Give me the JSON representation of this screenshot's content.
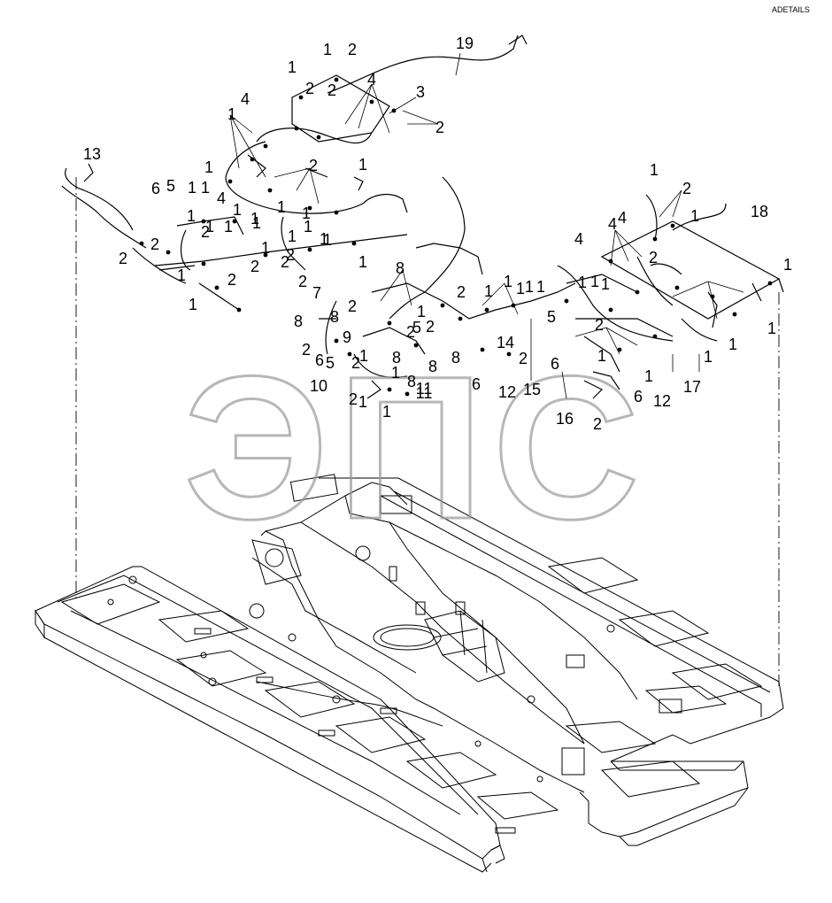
{
  "diagram": {
    "sheet_id": "ADETAILS",
    "watermark_text": "ЭПС",
    "callouts": [
      "19",
      "1",
      "2",
      "1",
      "2",
      "3",
      "4",
      "4",
      "2",
      "2",
      "1",
      "1",
      "1",
      "2",
      "1",
      "13",
      "6",
      "5",
      "1",
      "1",
      "1",
      "1",
      "2",
      "1",
      "2",
      "1",
      "2",
      "2",
      "1",
      "1",
      "2",
      "1",
      "1",
      "2",
      "2",
      "1",
      "1",
      "1",
      "2",
      "1",
      "1",
      "1",
      "1",
      "4",
      "7",
      "2",
      "8",
      "8",
      "8",
      "2",
      "9",
      "6",
      "5",
      "2",
      "10",
      "1",
      "1",
      "2",
      "1",
      "2",
      "8",
      "1",
      "11",
      "8",
      "8",
      "8",
      "11",
      "6",
      "12",
      "1",
      "2",
      "5",
      "2",
      "5",
      "1",
      "14",
      "1",
      "2",
      "1",
      "1",
      "1",
      "15",
      "1",
      "1",
      "1",
      "2",
      "6",
      "16",
      "2",
      "1",
      "6",
      "12",
      "1",
      "17",
      "1",
      "1",
      "1",
      "18",
      "4",
      "4",
      "2",
      "1",
      "4",
      "2",
      "1",
      "1"
    ]
  }
}
